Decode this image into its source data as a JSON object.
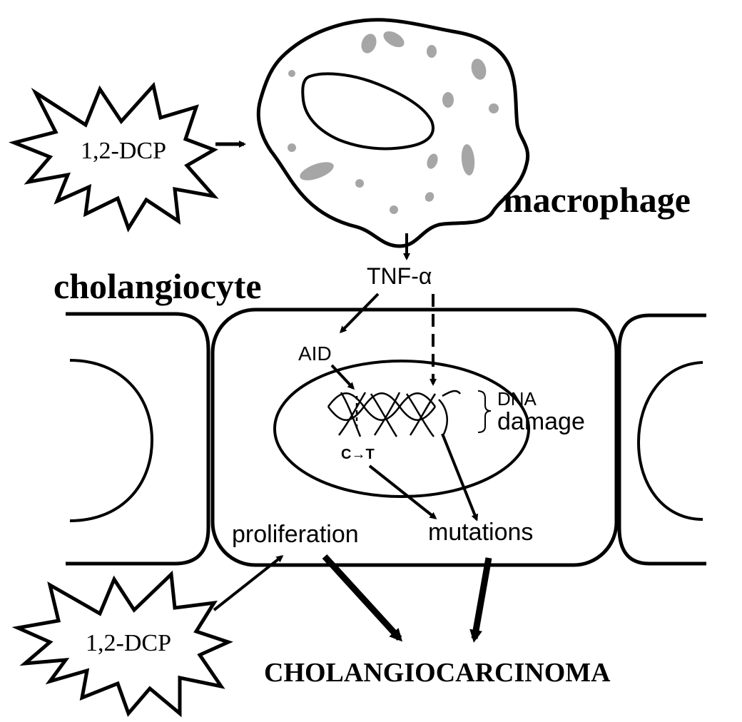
{
  "labels": {
    "macrophage": "macrophage",
    "cholangiocyte": "cholangiocyte",
    "dcp_top": "1,2-DCP",
    "dcp_bottom": "1,2-DCP",
    "tnf": "TNF-α",
    "aid": "AID",
    "dna": "DNA",
    "damage": "damage",
    "c_to_t": "C→T",
    "proliferation": "proliferation",
    "mutations": "mutations",
    "cholangiocarcinoma": "CHOLANGIOCARCINOMA"
  },
  "colors": {
    "stroke": "#000000",
    "granule": "#a6a6a6",
    "background": "#ffffff"
  }
}
